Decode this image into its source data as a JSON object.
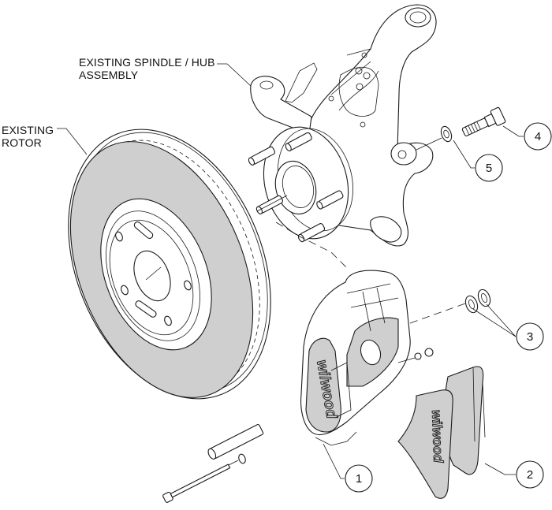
{
  "diagram": {
    "title": "Brake kit exploded assembly view",
    "colors": {
      "line": "#1a1a1a",
      "part_fill": "#cfcfcf",
      "background": "#ffffff"
    },
    "labels": {
      "spindle_line1": "EXISTING SPINDLE / HUB",
      "spindle_line2": "ASSEMBLY",
      "rotor_line1": "EXISTING",
      "rotor_line2": "ROTOR"
    },
    "callouts": [
      {
        "number": "1",
        "part": "caliper"
      },
      {
        "number": "2",
        "part": "brake-pads"
      },
      {
        "number": "3",
        "part": "shim-washers"
      },
      {
        "number": "4",
        "part": "mounting-bolt"
      },
      {
        "number": "5",
        "part": "washer"
      }
    ],
    "logos": {
      "caliper": "wilwood",
      "pad": "wilwood"
    }
  }
}
